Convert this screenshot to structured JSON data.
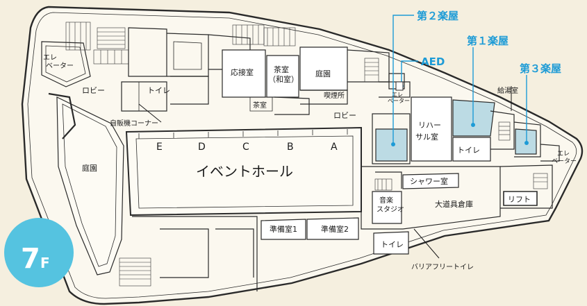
{
  "floor": {
    "number": "7",
    "suffix": "F",
    "badge_color": "#55c3e0"
  },
  "colors": {
    "accent": "#1d9bd6",
    "highlight": "#bcdbe4",
    "background": "#f5efdf"
  },
  "labels": {
    "green_dressing_2": "第２楽屋",
    "green_dressing_1": "第１楽屋",
    "green_dressing_3": "第３楽屋",
    "aed": "AED",
    "elevator_left_1": "エレ",
    "elevator_left_2": "ベーター",
    "lobby_left": "ロビー",
    "toilet_top": "トイレ",
    "reception_room": "応接室",
    "tea_room_1": "茶室",
    "tea_room_2": "（和室）",
    "garden_top": "庭園",
    "smoking_room": "喫煙所",
    "tea_room_small": "茶室",
    "elevator_mid_1": "エレ",
    "elevator_mid_2": "ベーター",
    "lobby_right": "ロビー",
    "vending_corner": "自販機コーナー",
    "rehearsal_1": "リハー",
    "rehearsal_2": "サル室",
    "kitchenette": "給湯室",
    "toilet_right": "トイレ",
    "elevator_right_1": "エレ",
    "elevator_right_2": "ベーター",
    "garden_left": "庭園",
    "section_e": "E",
    "section_d": "D",
    "section_c": "C",
    "section_b": "B",
    "section_a": "A",
    "event_hall": "イベントホール",
    "shower_room": "シャワー室",
    "music_studio_1": "音楽",
    "music_studio_2": "スタジオ",
    "prop_storage": "大道具倉庫",
    "lift": "リフト",
    "prep_room_1": "準備室1",
    "prep_room_2": "準備室2",
    "toilet_bottom": "トイレ",
    "barrier_free_toilet": "バリアフリートイレ"
  }
}
